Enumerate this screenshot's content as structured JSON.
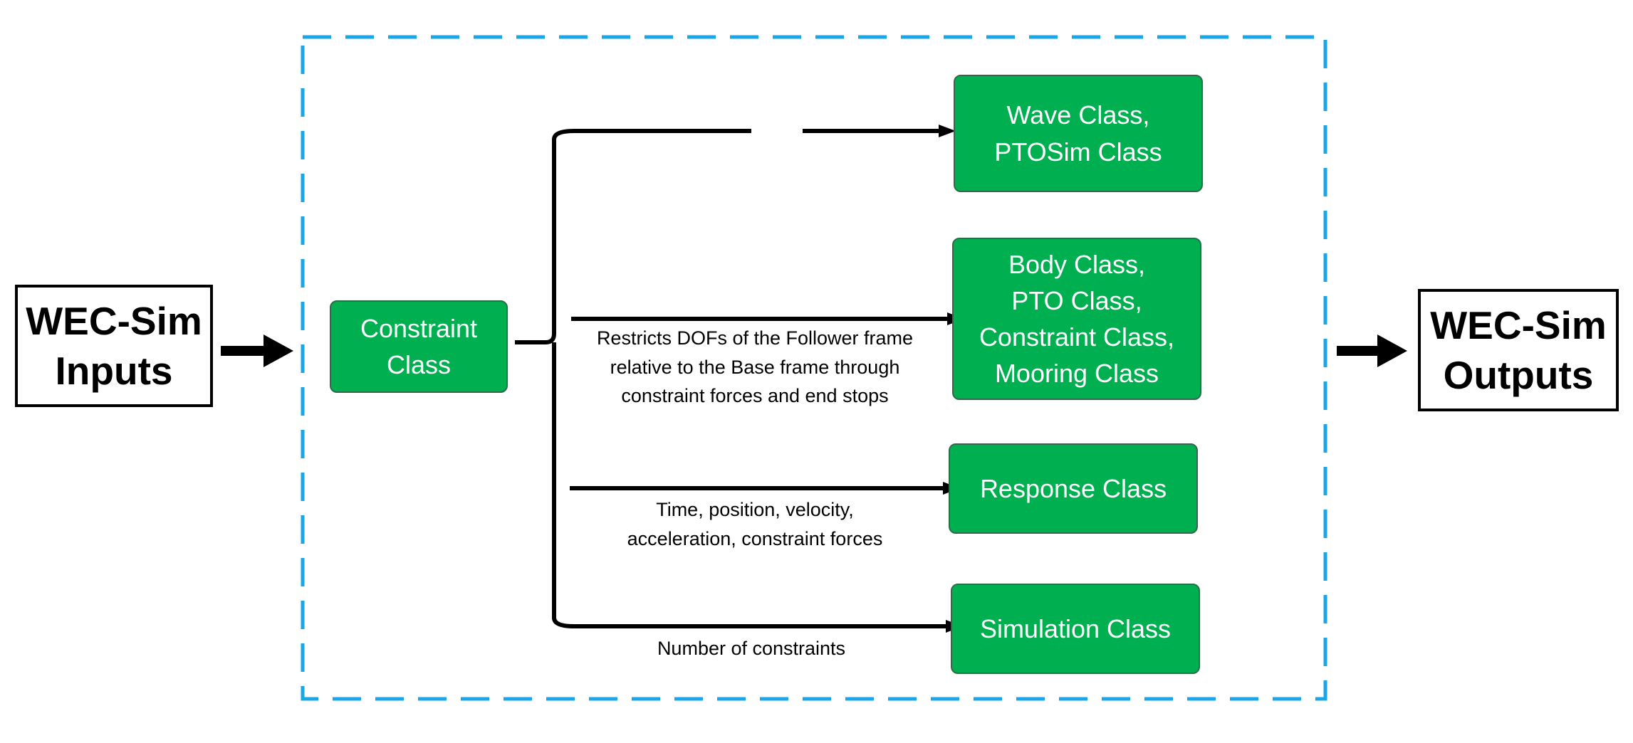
{
  "inputs": {
    "label": "WEC-Sim\nInputs"
  },
  "outputs": {
    "label": "WEC-Sim\nOutputs"
  },
  "center_node": {
    "label": "Constraint\nClass"
  },
  "targets": [
    {
      "label": "Wave Class,\nPTOSim Class"
    },
    {
      "label": "Body Class,\nPTO Class,\nConstraint Class,\nMooring Class"
    },
    {
      "label": "Response Class"
    },
    {
      "label": "Simulation Class"
    }
  ],
  "edge_labels": [
    "Restricts DOFs of the Follower frame\nrelative to the Base frame through\nconstraint forces and end stops",
    "Time, position, velocity,\nacceleration, constraint forces",
    "Number of constraints"
  ],
  "colors": {
    "node_fill": "#00b050",
    "node_border": "#2f6b4a",
    "dashed_border": "#1aa7e8",
    "arrow": "#000000"
  }
}
